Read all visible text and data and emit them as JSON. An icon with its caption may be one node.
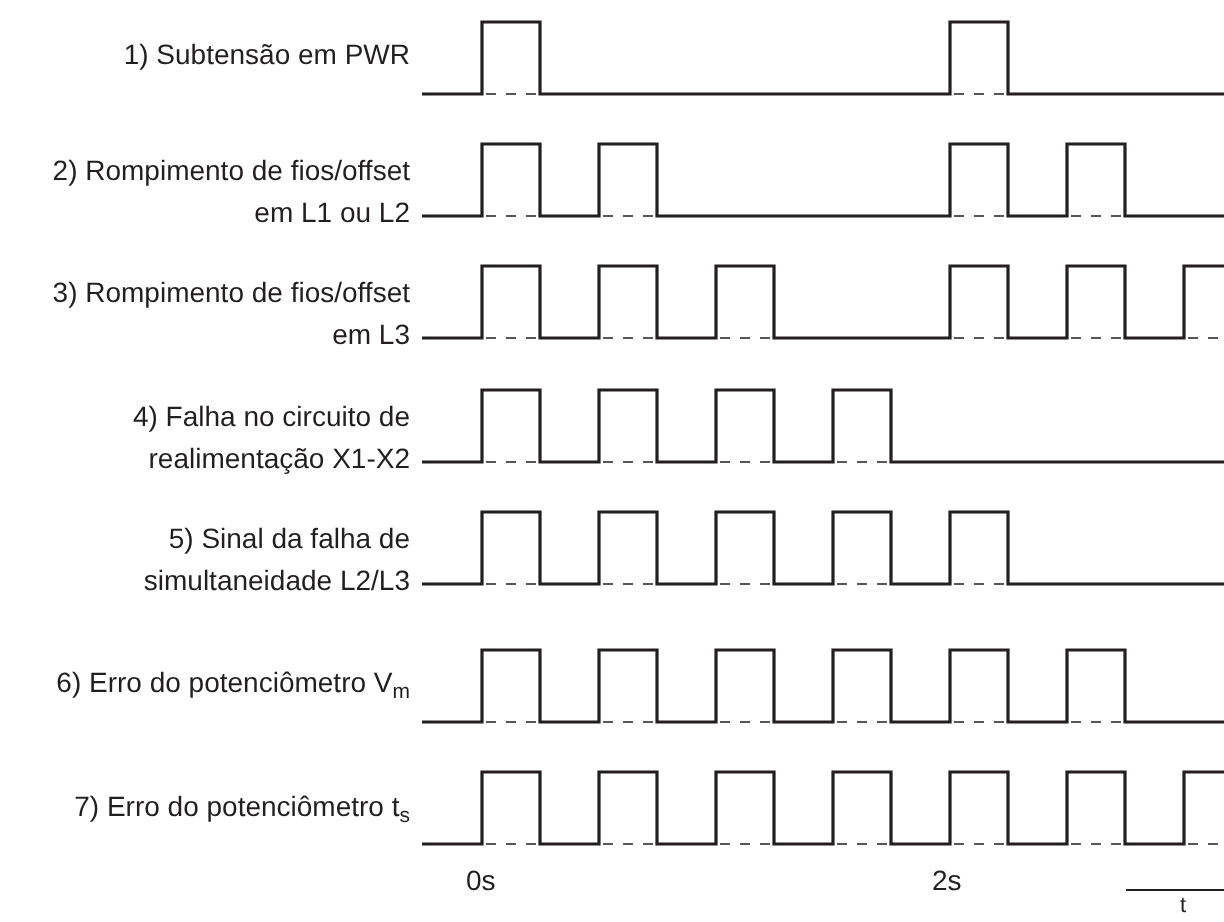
{
  "diagram": {
    "labels": [
      "1) Subtensão em PWR",
      "2) Rompimento de fios/offset em L1 ou L2",
      "3) Rompimento de fios/offset em L3",
      "4) Falha no circuito de realimentação X1-X2",
      "5) Sinal da falha de simultaneidade L2/L3",
      "6) Erro do potenciômetro V$_{m}$",
      "7) Erro do potenciômetro t$_{s}$",
      "0s",
      "2s",
      "t"
    ]
  }
}
